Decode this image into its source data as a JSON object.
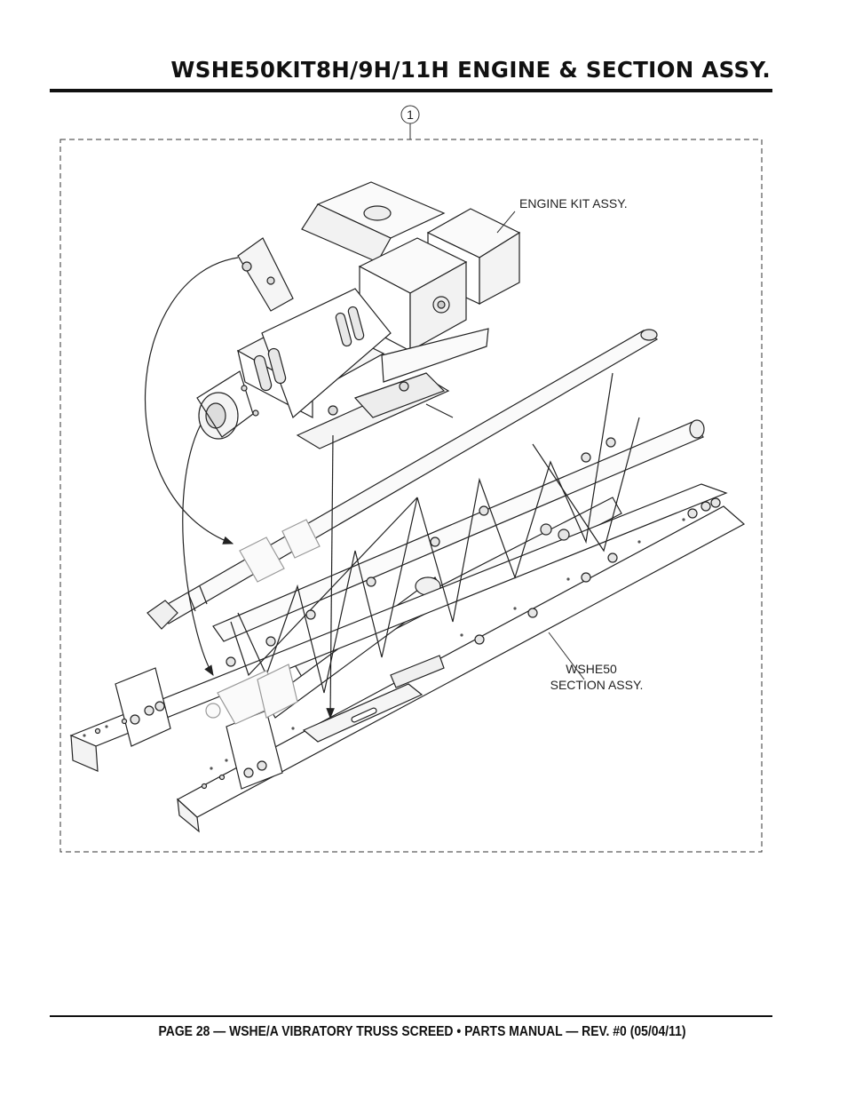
{
  "header": {
    "title": "WSHE50KIT8H/9H/11H ENGINE & SECTION ASSY."
  },
  "diagram": {
    "callout_number": "1",
    "labels": {
      "engine_kit": "ENGINE KIT ASSY.",
      "section_line1": "WSHE50",
      "section_line2": "SECTION ASSY."
    }
  },
  "footer": {
    "text": "PAGE 28 — WSHE/A VIBRATORY TRUSS SCREED • PARTS MANUAL — REV. #0 (05/04/11)"
  }
}
